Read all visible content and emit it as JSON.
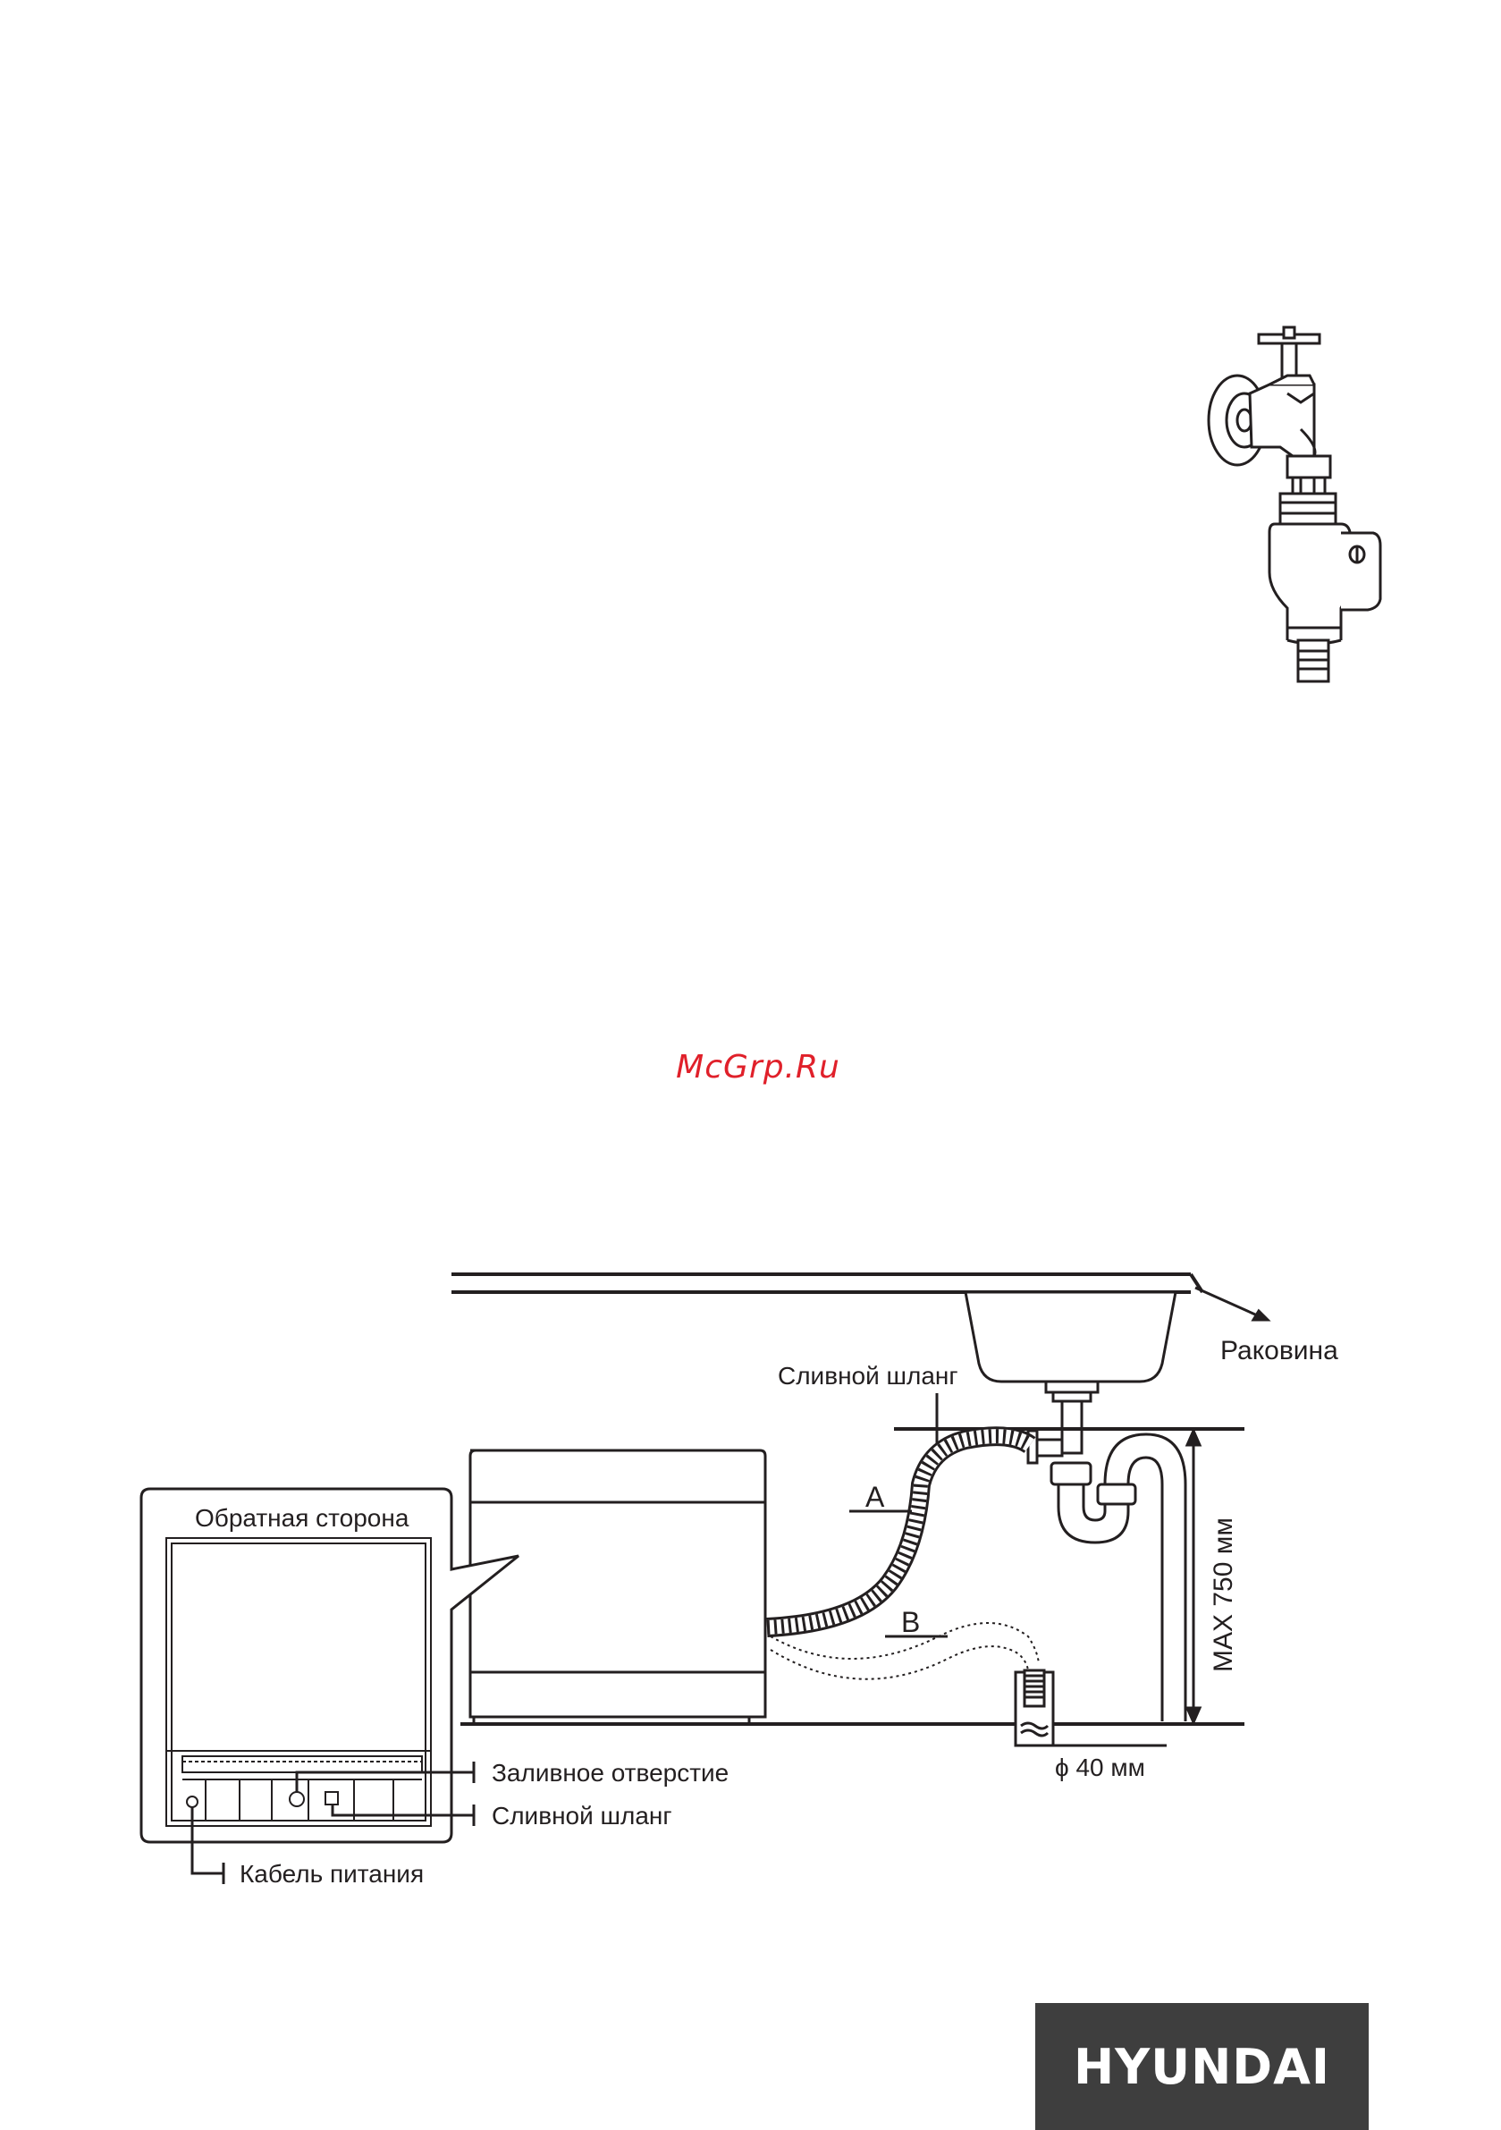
{
  "watermark": "McGrp.Ru",
  "labels": {
    "sink": "Раковина",
    "drain_hose_top": "Сливной шланг",
    "back_side": "Обратная сторона",
    "label_a": "A",
    "label_b": "B",
    "max_height": "MAX 750 мм",
    "diameter": "ϕ 40 мм",
    "inlet": "Заливное отверстие",
    "drain_hose": "Сливной шланг",
    "power_cable": "Кабель питания"
  },
  "brand": "HYUNDAI"
}
